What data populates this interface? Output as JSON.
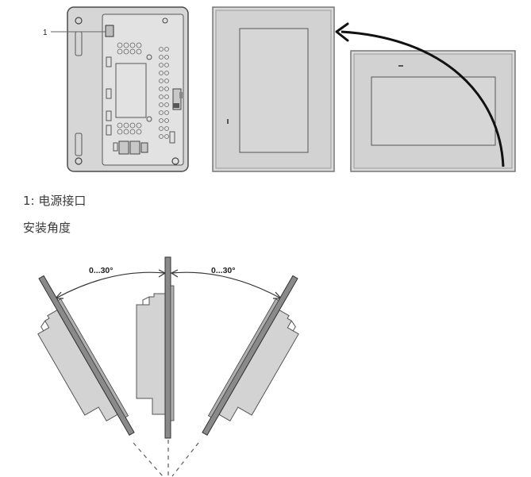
{
  "figure_top": {
    "callout_label": "1"
  },
  "captions": {
    "power_interface": "1:  电源接口",
    "mounting_angle": "安装角度"
  },
  "figure_bottom": {
    "angle_left": "0...30°",
    "angle_right": "0...30°"
  },
  "colors": {
    "panel_fill": "#d8d8d8",
    "panel_stroke": "#555555",
    "bezel": "#8c8c8c",
    "arrow": "#111111"
  }
}
